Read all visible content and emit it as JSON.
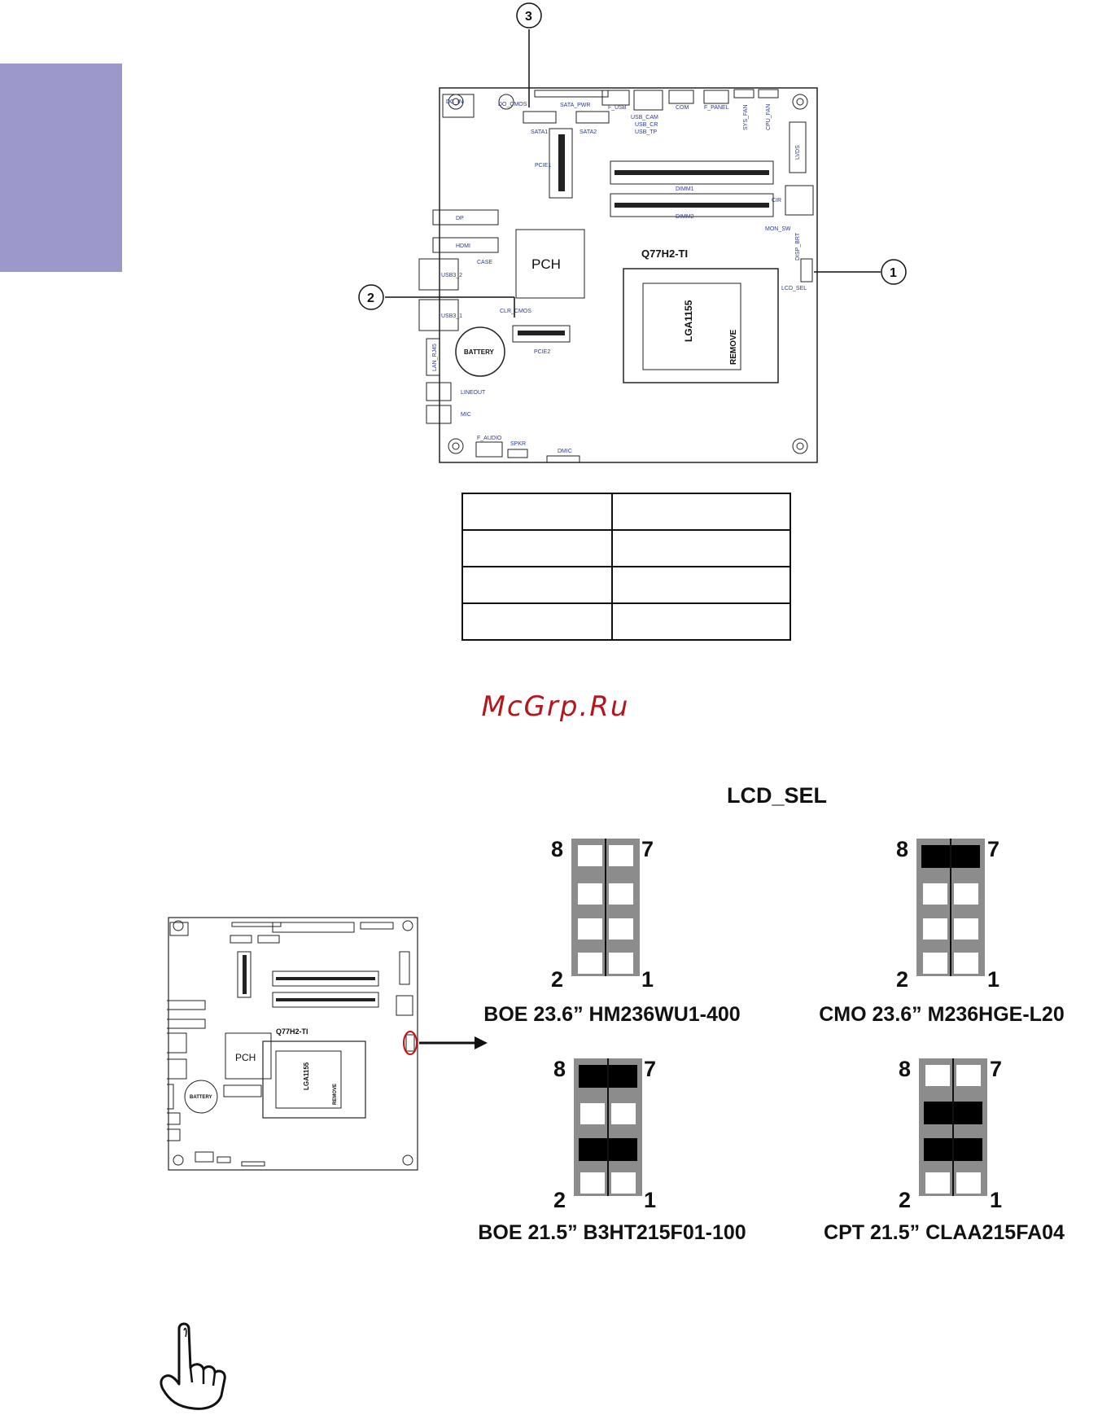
{
  "board": {
    "model": "Q77H2-TI",
    "chip": "PCH",
    "socket": "LGA1155",
    "remove": "REMOVE",
    "battery": "BATTERY",
    "labels": {
      "dc_in": "DC_IN",
      "sata_pwr": "SATA_PWR",
      "sata1": "SATA1",
      "sata2": "SATA2",
      "f_usb": "F_USB",
      "usb_cam": "USB_CAM",
      "usb_cr": "USB_CR",
      "usb_tp": "USB_TP",
      "com": "COM",
      "f_panel": "F_PANEL",
      "sys_fan": "SYS_FAN",
      "cpu_fan": "CPU_FAN",
      "lvds": "LVDS",
      "cir": "CIR",
      "mon_sw": "MON_SW",
      "disp_brt": "DISP_BRT",
      "pcie1": "PCIE1",
      "pcie2": "PCIE2",
      "dimm1": "DIMM1",
      "dimm2": "DIMM2",
      "dp": "DP",
      "hdmi": "HDMI",
      "case": "CASE",
      "usb3_2": "USB3_2",
      "usb3_1": "USB3_1",
      "clr_cmos": "CLR_CMOS",
      "lan_rj45": "LAN_RJ45",
      "lineout": "LINEOUT",
      "mic": "MIC",
      "f_audio": "F_AUDIO",
      "spkr": "SPKR",
      "dmic": "DMIC",
      "lcd_sel": "LCD_SEL",
      "do_cmos": "DO_CMOS"
    },
    "callouts": [
      "1",
      "2",
      "3"
    ]
  },
  "watermark": "McGrp.Ru",
  "lcd_section": {
    "title": "LCD_SEL",
    "pin_labels": {
      "top_left": "8",
      "top_right": "7",
      "bottom_left": "2",
      "bottom_right": "1"
    },
    "configs": [
      {
        "name": "BOE 23.6” HM236WU1-400",
        "caps": []
      },
      {
        "name": "CMO 23.6” M236HGE-L20",
        "caps": [
          1
        ]
      },
      {
        "name": "BOE 21.5” B3HT215F01-100",
        "caps": [
          1,
          3
        ]
      },
      {
        "name": "CPT 21.5” CLAA215FA04",
        "caps": [
          2,
          3
        ]
      }
    ]
  },
  "colors": {
    "tab": "#9d98cb",
    "watermark": "#b4161e",
    "board_text": "#2a3a9a",
    "jumper": "#8c8c8c"
  }
}
